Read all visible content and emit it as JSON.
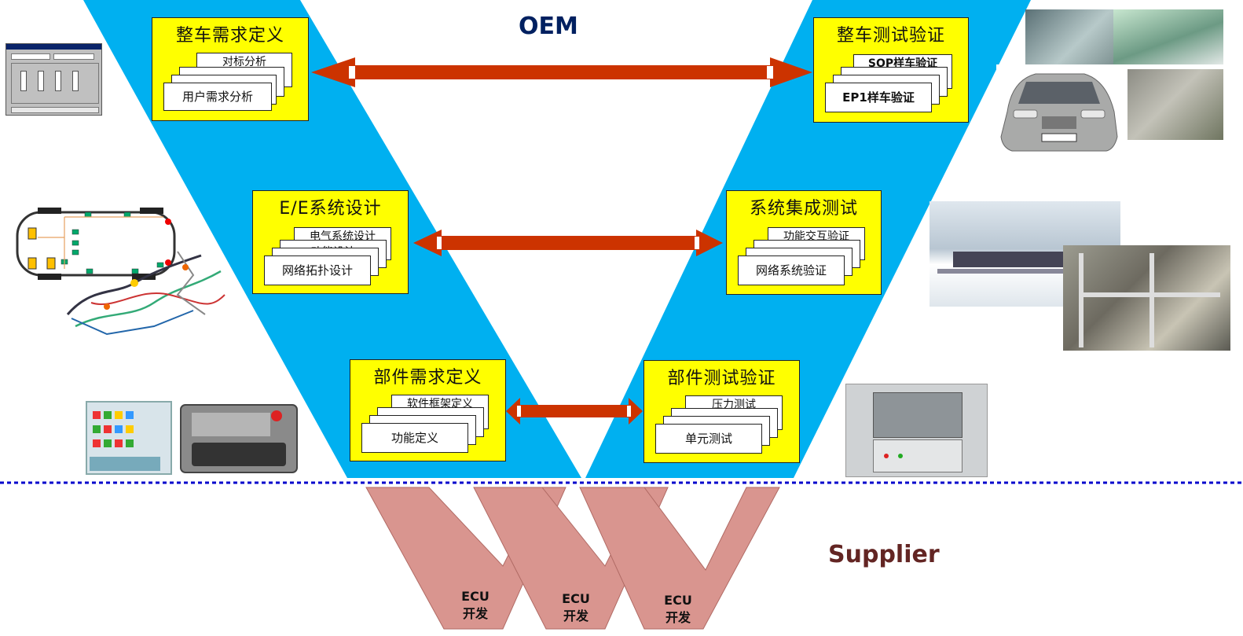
{
  "labels": {
    "oem": "OEM",
    "supplier": "Supplier"
  },
  "left_stages": [
    {
      "title": "整车需求定义",
      "cards": [
        "对标分析",
        "",
        "用户需求分析"
      ]
    },
    {
      "title": "E/E系统设计",
      "cards": [
        "电气系统设计",
        "功能设计",
        "网络拓扑设计"
      ]
    },
    {
      "title": "部件需求定义",
      "cards": [
        "软件框架定义",
        "",
        "功能定义"
      ]
    }
  ],
  "right_stages": [
    {
      "title": "整车测试验证",
      "cards": [
        "SOP样车验证",
        "",
        "EP1样车验证"
      ]
    },
    {
      "title": "系统集成测试",
      "cards": [
        "功能交互验证",
        "",
        "网络系统验证"
      ]
    },
    {
      "title": "部件测试验证",
      "cards": [
        "压力测试",
        "",
        "单元测试"
      ]
    }
  ],
  "ecu_blocks": [
    {
      "line1": "ECU",
      "line2": "开发"
    },
    {
      "line1": "ECU",
      "line2": "开发"
    },
    {
      "line1": "ECU",
      "line2": "开发"
    }
  ],
  "colors": {
    "v_fill": "#00b0f0",
    "box_fill": "#ffff00",
    "arrow": "#cc3300",
    "dashed_line": "#0000cc",
    "supplier_v": "#d9958f",
    "oem_text": "#002060",
    "supplier_text": "#632523"
  },
  "icons": {
    "top_left": "software-window-icon",
    "mid_left": "vehicle-network-layout-icon",
    "bottom_left": "ecu-module-icon",
    "top_right": "vehicle-test-photos",
    "mid_right": "test-lab-photos",
    "bottom_right": "test-bench-photo"
  }
}
